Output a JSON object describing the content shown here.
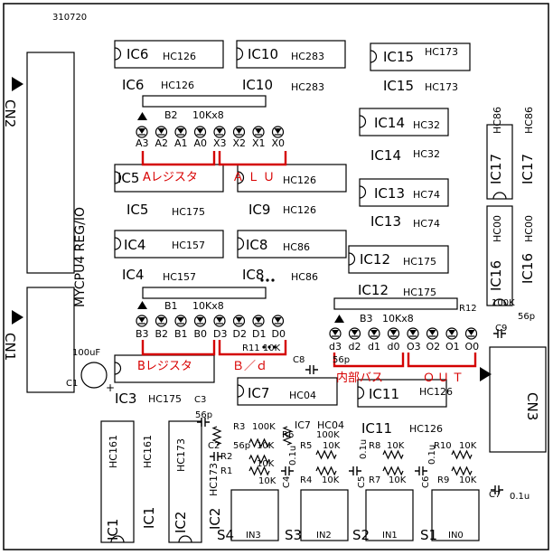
{
  "board_code": "310720",
  "board_name": "MYCPU4 REG/IO",
  "chips": {
    "ic6": {
      "ref": "IC6",
      "part": "HC126"
    },
    "ic10": {
      "ref": "IC10",
      "part": "HC283"
    },
    "ic15": {
      "ref": "IC15",
      "part": "HC173"
    },
    "ic14": {
      "ref": "IC14",
      "part": "HC32"
    },
    "ic5": {
      "ref": "IC5",
      "part": "HC175"
    },
    "ic9": {
      "ref": "IC9",
      "part": "HC126"
    },
    "ic13": {
      "ref": "IC13",
      "part": "HC74"
    },
    "ic17": {
      "ref": "IC17",
      "part": "HC86"
    },
    "ic16": {
      "ref": "IC16",
      "part": "HC00"
    },
    "ic4": {
      "ref": "IC4",
      "part": "HC157"
    },
    "ic8": {
      "ref": "IC8",
      "part": "HC86"
    },
    "ic12": {
      "ref": "IC12",
      "part": "HC175"
    },
    "ic3": {
      "ref": "IC3",
      "part": "HC175"
    },
    "ic7": {
      "ref": "IC7",
      "part": "HC04"
    },
    "ic11": {
      "ref": "IC11",
      "part": "HC126"
    },
    "ic1": {
      "ref": "IC1",
      "part": "HC161"
    },
    "ic2": {
      "ref": "IC2",
      "part": "HC173"
    }
  },
  "led_banks": {
    "b2": {
      "ref": "B2",
      "value": "10Kx8",
      "labels": [
        "A3",
        "A2",
        "A1",
        "A0",
        "X3",
        "X2",
        "X1",
        "X0"
      ]
    },
    "b1": {
      "ref": "B1",
      "value": "10Kx8",
      "labels": [
        "B3",
        "B2",
        "B1",
        "B0",
        "D3",
        "D2",
        "D1",
        "D0"
      ]
    },
    "b3": {
      "ref": "B3",
      "value": "10Kx8",
      "labels": [
        "d3",
        "d2",
        "d1",
        "d0",
        "O3",
        "O2",
        "O1",
        "O0"
      ]
    }
  },
  "group_labels": {
    "a_register": "Aレジスタ",
    "alu": "ＡＬＵ",
    "b_register": "Bレジスタ",
    "b_d": "Ｂ／ｄ",
    "internal_bus": "内部バス",
    "out": "ＯＵＴ"
  },
  "connectors": {
    "cn1": "CN1",
    "cn2": "CN2",
    "cn3": "CN3"
  },
  "switches": {
    "s1": {
      "ref": "S1",
      "input": "IN0"
    },
    "s2": {
      "ref": "S2",
      "input": "IN1"
    },
    "s3": {
      "ref": "S3",
      "input": "IN2"
    },
    "s4": {
      "ref": "S4",
      "input": "IN3"
    }
  },
  "parts": {
    "c1_value": "100uF",
    "c1": "C1",
    "r11_value": "R11 10K",
    "c8": "C8",
    "c3": "C3",
    "c3_value": "56p",
    "r12": "R12",
    "r12_value": "100K",
    "c9": "C9",
    "c9_value": "56p",
    "c8_value": "56p",
    "r3": "R3",
    "r3_value": "100K",
    "r2": "R2",
    "r1": "R1",
    "c2": "C2",
    "c2_value": "56p",
    "r2_value": "10K",
    "r1_value": "10K",
    "r1b_value": "10K",
    "r6": "R6",
    "r6_value": "100K",
    "r5": "R5",
    "r5_value": "10K",
    "r4": "R4",
    "r4_value": "10K",
    "c4": "C4",
    "c4_value": "0.1u",
    "r8": "R8",
    "r8_value": "10K",
    "r7": "R7",
    "r7_value": "10K",
    "c5": "C5",
    "c5_value": "0.1u",
    "r10": "R10",
    "r10_value": "10K",
    "r9": "R9",
    "r9_value": "10K",
    "c6": "C6",
    "c6_value": "0.1u",
    "c7": "C7",
    "c7_value": "0.1u"
  }
}
